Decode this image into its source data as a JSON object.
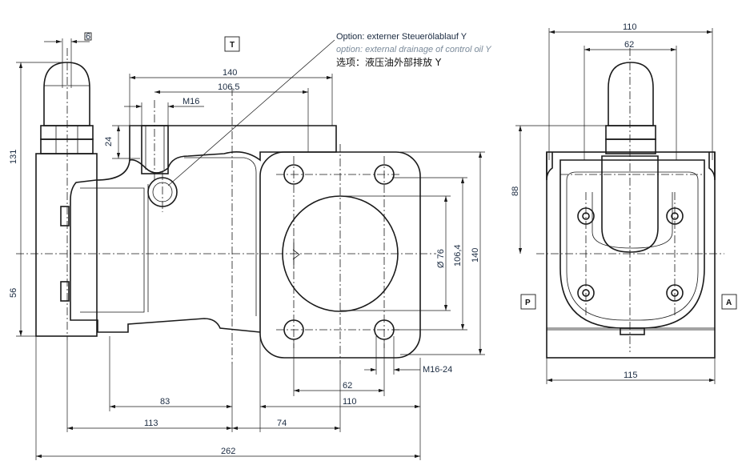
{
  "annotation": {
    "de": "Option: externer Steuerölablauf Y",
    "en": "option: external drainage of control oil Y",
    "zh": "选项：液压油外部排放 Y"
  },
  "port_labels": {
    "t": "T",
    "p": "P",
    "a": "A"
  },
  "side_view": {
    "dims": {
      "wrench": "6",
      "d140_top": "140",
      "d106_5": "106,5",
      "m16": "M16",
      "d24": "24",
      "d131": "131",
      "d56": "56",
      "d140_right": "140",
      "d106_4": "106,4",
      "d76": "Ø 76",
      "m16_24": "M16-24",
      "d62": "62",
      "d110": "110",
      "d83": "83",
      "d113": "113",
      "d74": "74",
      "d262": "262"
    }
  },
  "front_view": {
    "dims": {
      "d110": "110",
      "d62": "62",
      "d88": "88",
      "d115": "115"
    }
  }
}
